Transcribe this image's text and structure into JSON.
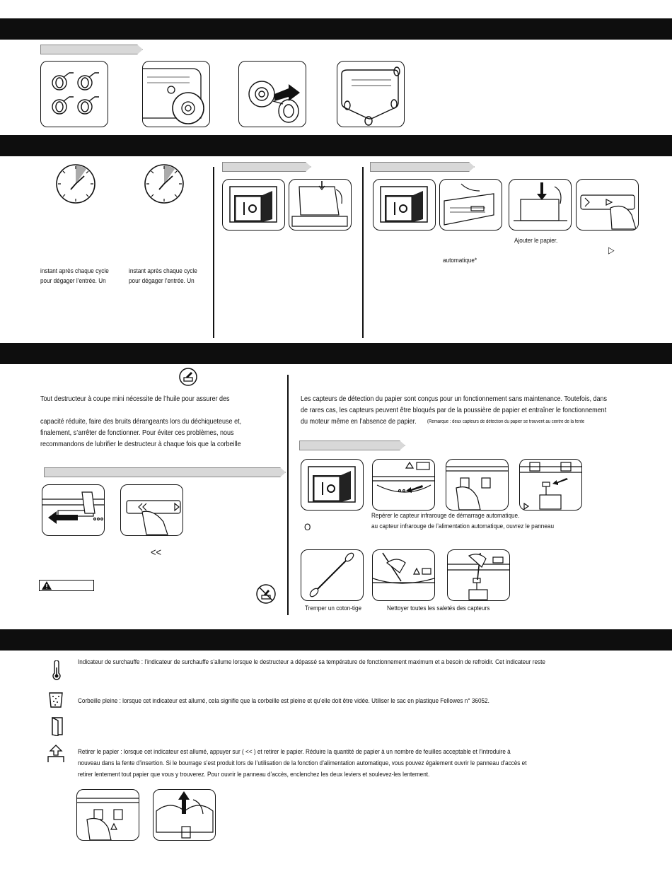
{
  "section_clock": {
    "line1_a": "instant après chaque cycle",
    "line2_a": "pour dégager l’entrée. Un",
    "line1_b": "instant après chaque cycle",
    "line2_b": "pour dégager l’entrée. Un"
  },
  "auto_feed": {
    "add_paper": "Ajouter le papier.",
    "automatic": "automatique*",
    "play_symbol": "▷"
  },
  "oil": {
    "p1": "Tout destructeur à coupe mini nécessite de l’huile pour assurer des",
    "p2": "capacité réduite, faire des bruits dérangeants lors du déchiqueteuse et,",
    "p3": "finalement, s’arrêter de fonctionner. Pour éviter ces problèmes, nous",
    "p4": "recommandons de lubrifier le destructeur à chaque fois que la corbeille",
    "reverse_symbol": "<<"
  },
  "sensors": {
    "p1": "Les capteurs de détection du papier sont conçus pour un fonctionnement sans maintenance. Toutefois, dans",
    "p2": "de rares cas, les capteurs peuvent être bloqués par de la poussière de papier et entraîner le fonctionnement",
    "p3": "du moteur même en l’absence de papier.",
    "p3_note": "(Remarque : deux capteurs de détection du papier se trouvent au centre de la fente",
    "locate1": "Repérer le capteur infrarouge de démarrage automatique.",
    "locate2": "au capteur infrarouge de l’alimentation automatique, ouvrez le panneau",
    "off_symbol": "O",
    "swab": "Tremper un coton-tige",
    "clean": "Nettoyer toutes les saletés des capteurs"
  },
  "indicators": {
    "overheat": "Indicateur de surchauffe : l’indicateur de surchauffe s’allume lorsque le destructeur a dépassé sa température de fonctionnement maximum et a besoin de refroidir. Cet indicateur reste",
    "bin_full": "Corbeille pleine : lorsque cet indicateur est allumé, cela signifie que la corbeille est pleine et qu’elle doit être vidée. Utiliser le sac en plastique Fellowes n° 36052.",
    "remove1": "Retirer le papier : lorsque cet indicateur est allumé, appuyer sur ( << ) et retirer le papier. Réduire la quantité de papier à un nombre de feuilles acceptable et l’introduire à",
    "remove2": "nouveau dans la fente d’insertion. Si le bourrage s’est produit lors de l’utilisation de la fonction d’alimentation automatique, vous pouvez également ouvrir le panneau d’accès et",
    "remove3": "retirer lentement tout papier que vous y trouverez. Pour ouvrir le panneau d’accès, enclenchez les deux leviers et soulevez-les lentement."
  }
}
